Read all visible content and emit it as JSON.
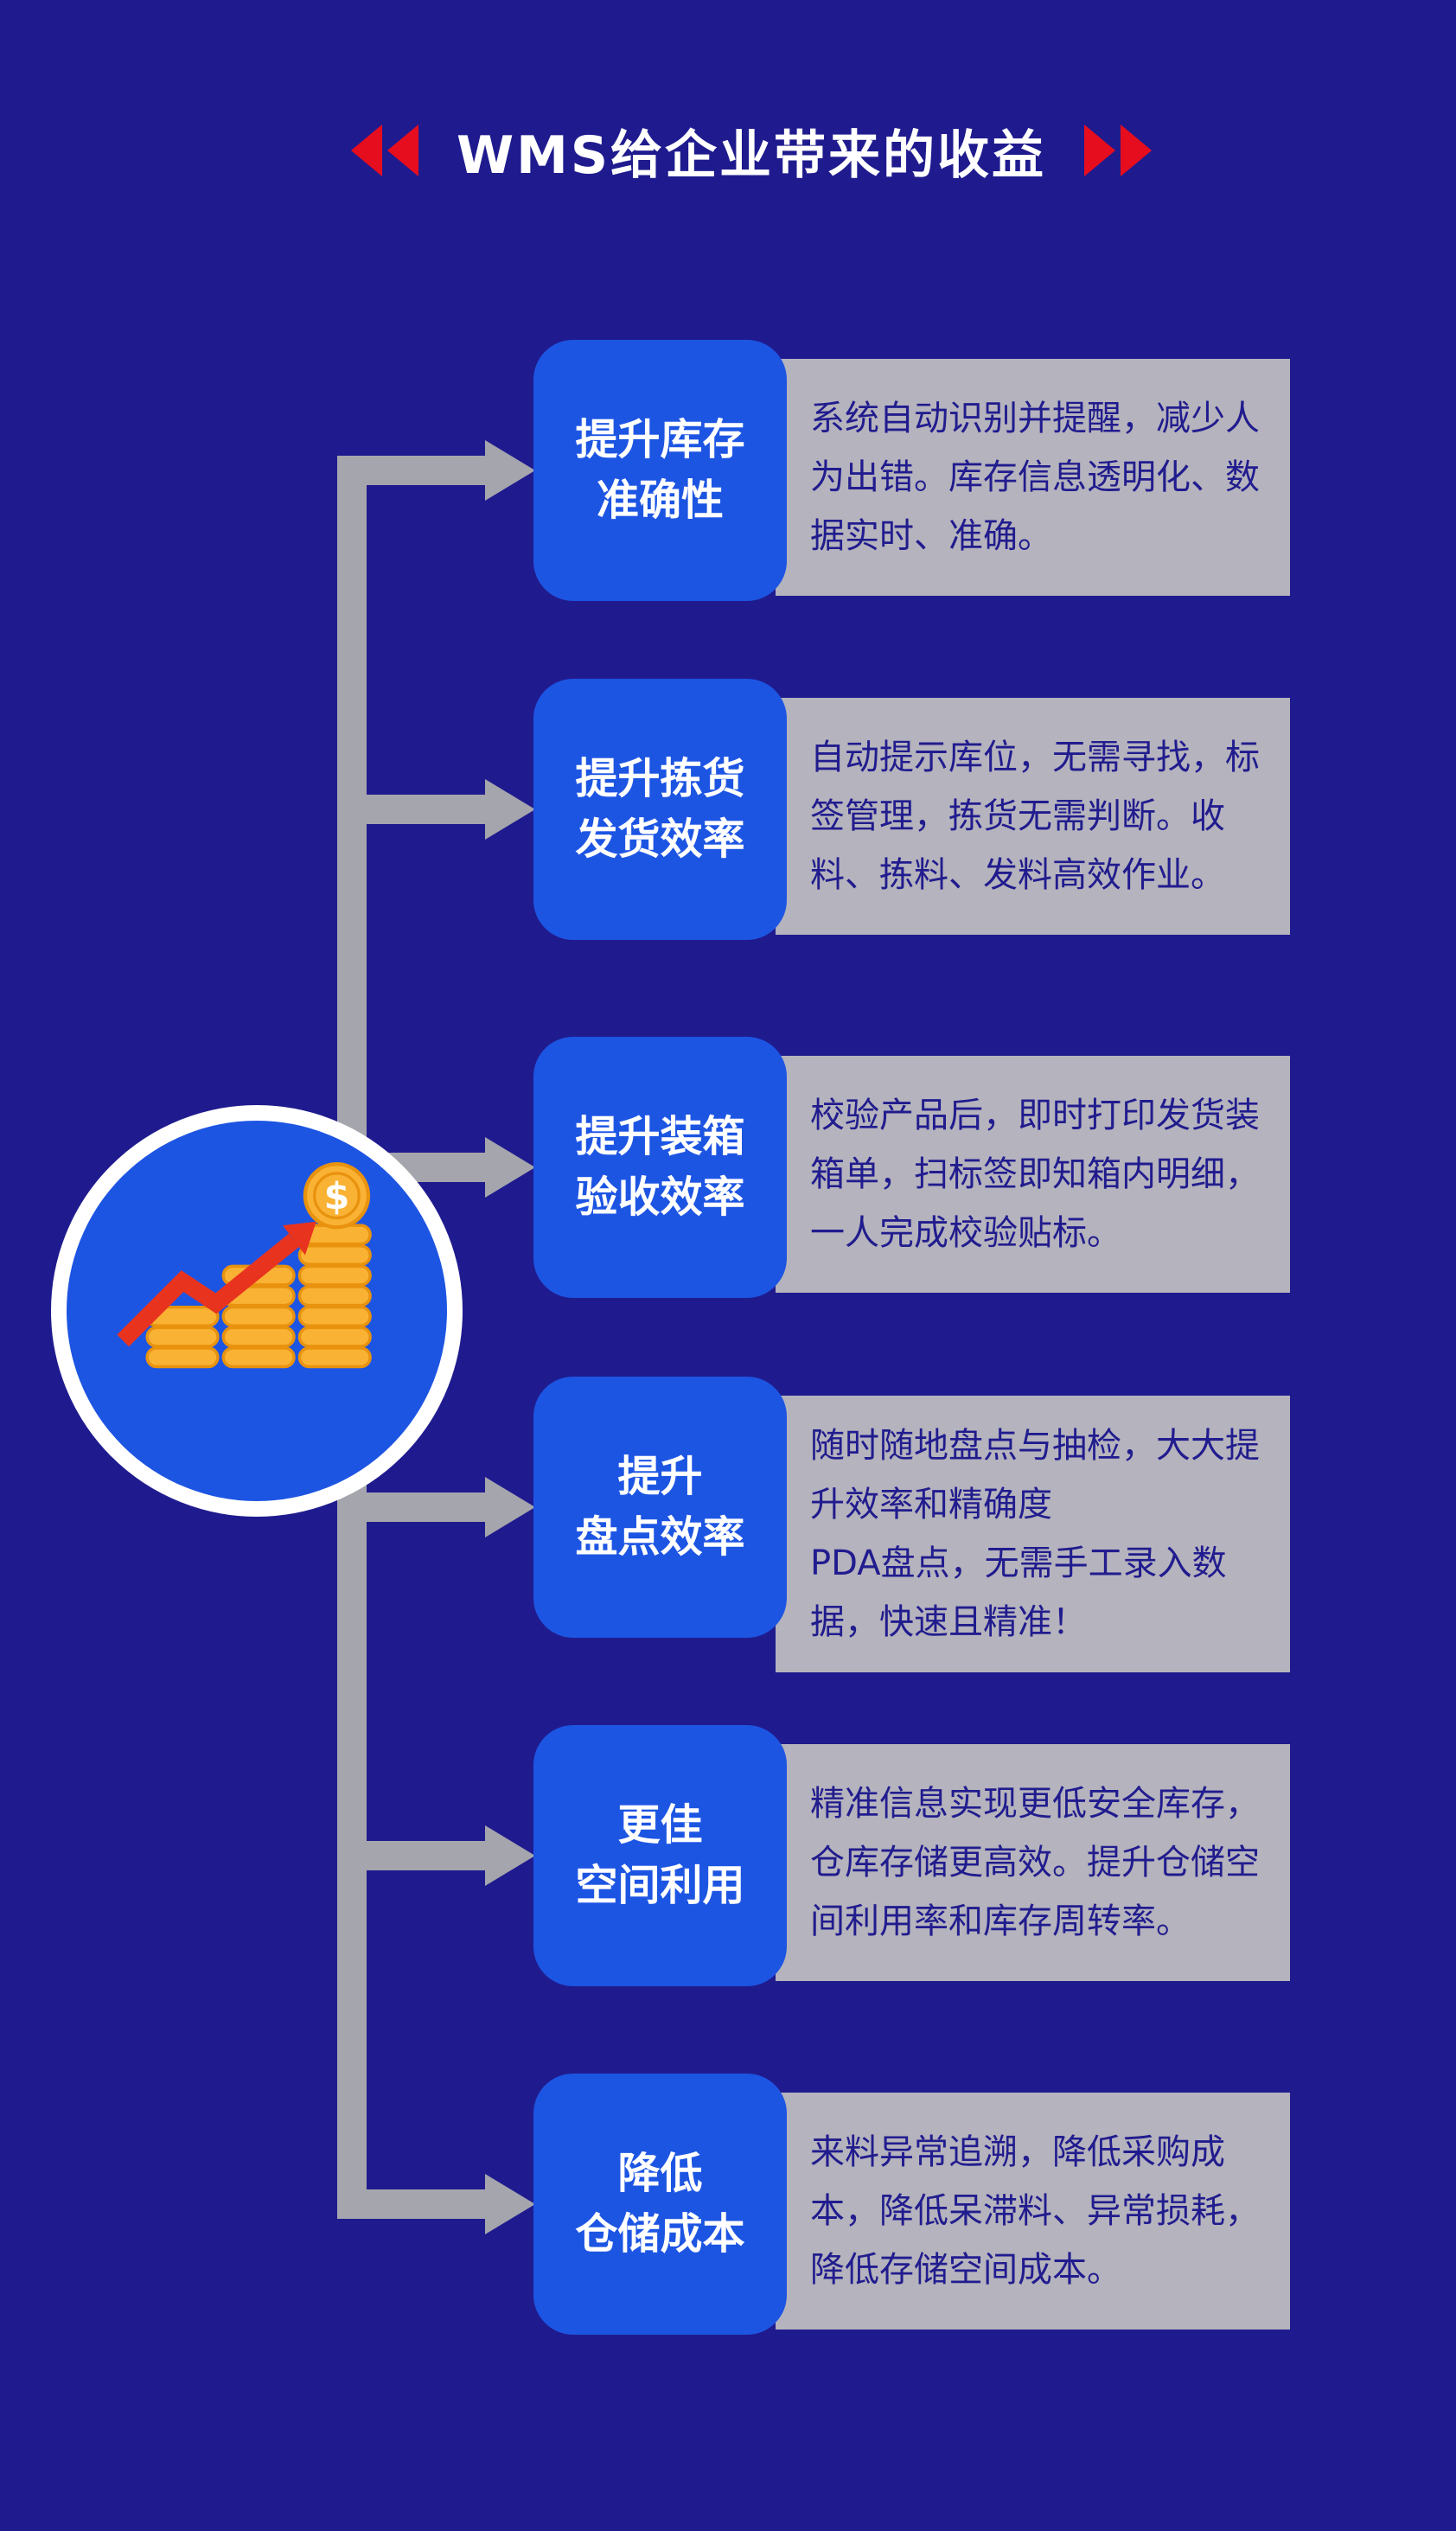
{
  "header": {
    "title": "WMS给企业带来的收益"
  },
  "icons": {
    "rewind": "left-double-triangle",
    "fast_forward": "right-double-triangle",
    "arrow_head": "right-triangle",
    "growth_arrow": "zigzag-up-arrow"
  },
  "rows": [
    {
      "label": "提升库存\n准确性",
      "description": "系统自动识别并提醒，减少人为出错。库存信息透明化、数据实时、准确。"
    },
    {
      "label": "提升拣货\n发货效率",
      "description": "自动提示库位，无需寻找，标签管理，拣货无需判断。收料、拣料、发料高效作业。"
    },
    {
      "label": "提升装箱\n验收效率",
      "description": "校验产品后，即时打印发货装箱单，扫标签即知箱内明细，一人完成校验贴标。"
    },
    {
      "label": "提升\n盘点效率",
      "description": "随时随地盘点与抽检，大大提升效率和精确度\nPDA盘点，无需手工录入数据，快速且精准！"
    },
    {
      "label": "更佳\n空间利用",
      "description": "精准信息实现更低安全库存，仓库存储更高效。提升仓储空间利用率和库存周转率。"
    },
    {
      "label": "降低\n仓储成本",
      "description": "来料异常追溯，降低采购成本，降低呆滞料、异常损耗，降低存储空间成本。"
    }
  ],
  "illustration": {
    "name": "money-growth-icon",
    "dollar_symbol": "$"
  },
  "colors": {
    "background": "#1f1b8e",
    "primary_blue": "#1d55e3",
    "panel_gray": "#b5b3bd",
    "connector_gray": "#a5a5ad",
    "accent_red": "#e60d1e",
    "coin_gold": "#f9b234",
    "coin_gold_dark": "#e8920e",
    "text_dark": "#211c8e",
    "text_white": "#ffffff"
  }
}
